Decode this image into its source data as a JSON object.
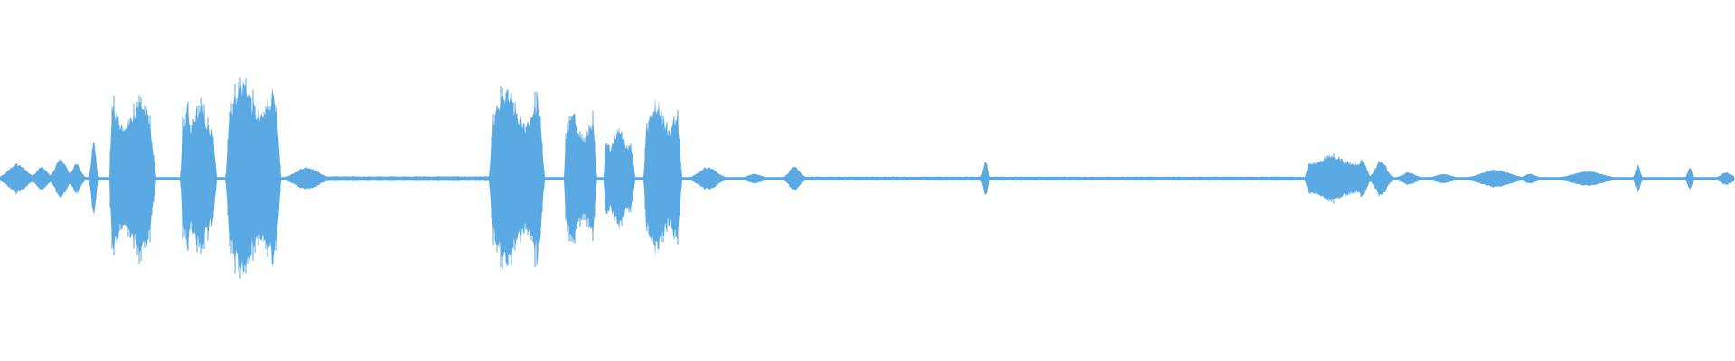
{
  "waveform": {
    "color": "#5aa9e2",
    "background": "#ffffff",
    "segments": [
      {
        "kind": "blob",
        "center": 0.01,
        "width": 0.016,
        "amp": 0.1
      },
      {
        "kind": "blob",
        "center": 0.024,
        "width": 0.01,
        "amp": 0.08
      },
      {
        "kind": "blob",
        "center": 0.035,
        "width": 0.01,
        "amp": 0.14
      },
      {
        "kind": "blob",
        "center": 0.044,
        "width": 0.008,
        "amp": 0.1
      },
      {
        "kind": "spike",
        "center": 0.054,
        "width": 0.004,
        "amp": 0.25
      },
      {
        "kind": "burst",
        "start": 0.063,
        "end": 0.09,
        "amp": 0.58
      },
      {
        "kind": "burst",
        "start": 0.104,
        "end": 0.125,
        "amp": 0.54
      },
      {
        "kind": "spike",
        "center": 0.108,
        "width": 0.004,
        "amp": 0.52
      },
      {
        "kind": "burst",
        "start": 0.13,
        "end": 0.162,
        "amp": 0.72
      },
      {
        "kind": "blob",
        "center": 0.177,
        "width": 0.02,
        "amp": 0.08
      },
      {
        "kind": "hum",
        "start": 0.185,
        "end": 0.282,
        "amp": 0.012
      },
      {
        "kind": "burst",
        "start": 0.282,
        "end": 0.314,
        "amp": 0.63
      },
      {
        "kind": "burst",
        "start": 0.325,
        "end": 0.344,
        "amp": 0.46
      },
      {
        "kind": "burst",
        "start": 0.348,
        "end": 0.366,
        "amp": 0.37
      },
      {
        "kind": "burst",
        "start": 0.371,
        "end": 0.393,
        "amp": 0.57
      },
      {
        "kind": "blob",
        "center": 0.408,
        "width": 0.016,
        "amp": 0.08
      },
      {
        "kind": "blob",
        "center": 0.435,
        "width": 0.012,
        "amp": 0.03
      },
      {
        "kind": "blob",
        "center": 0.458,
        "width": 0.01,
        "amp": 0.08
      },
      {
        "kind": "hum",
        "start": 0.462,
        "end": 0.75,
        "amp": 0.01
      },
      {
        "kind": "spike",
        "center": 0.568,
        "width": 0.004,
        "amp": 0.11
      },
      {
        "kind": "burst",
        "start": 0.752,
        "end": 0.79,
        "amp": 0.17
      },
      {
        "kind": "blob",
        "center": 0.796,
        "width": 0.01,
        "amp": 0.13
      },
      {
        "kind": "blob",
        "center": 0.812,
        "width": 0.012,
        "amp": 0.04
      },
      {
        "kind": "blob",
        "center": 0.832,
        "width": 0.014,
        "amp": 0.03
      },
      {
        "kind": "blob",
        "center": 0.862,
        "width": 0.026,
        "amp": 0.06
      },
      {
        "kind": "blob",
        "center": 0.882,
        "width": 0.01,
        "amp": 0.03
      },
      {
        "kind": "blob",
        "center": 0.915,
        "width": 0.026,
        "amp": 0.05
      },
      {
        "kind": "spike",
        "center": 0.944,
        "width": 0.004,
        "amp": 0.09
      },
      {
        "kind": "spike",
        "center": 0.974,
        "width": 0.004,
        "amp": 0.07
      },
      {
        "kind": "blob",
        "center": 0.995,
        "width": 0.01,
        "amp": 0.04
      }
    ]
  }
}
